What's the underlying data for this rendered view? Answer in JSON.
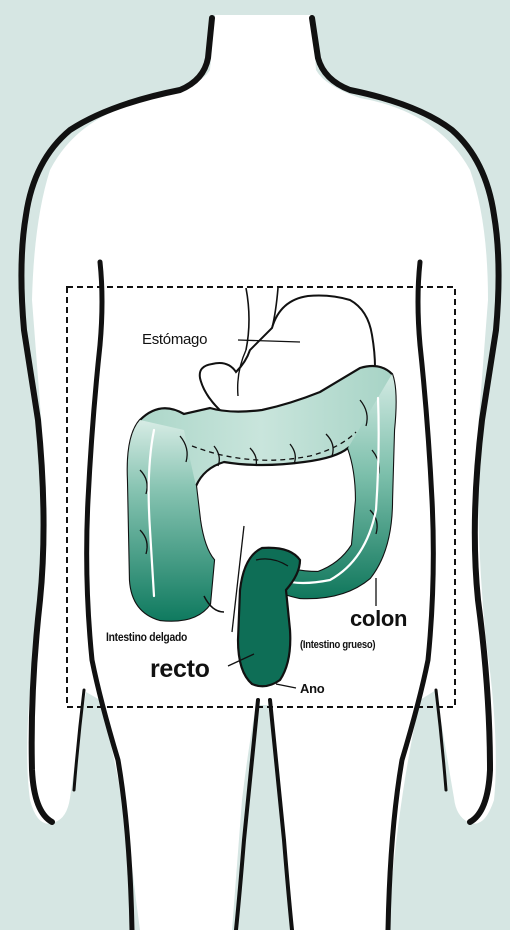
{
  "labels": {
    "estomago": "Estómago",
    "intestino_delgado": "Intestino delgado",
    "recto": "recto",
    "colon": "colon",
    "colon_sub": "(Intestino grueso)",
    "ano": "Ano"
  },
  "colors": {
    "background": "#d6e6e3",
    "body_fill": "#ffffff",
    "outline": "#111111",
    "colon_light": "#c4e3d9",
    "colon_dark": "#0f7a5f",
    "rectum": "#0e6e56"
  }
}
